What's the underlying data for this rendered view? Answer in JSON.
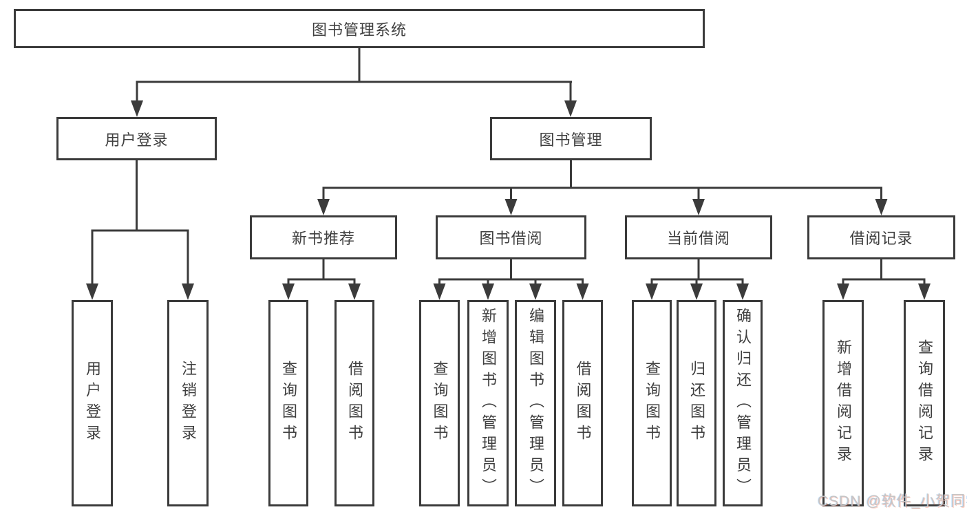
{
  "diagram": {
    "title": "图书管理系统",
    "level2": {
      "user_login": "用户登录",
      "book_management": "图书管理"
    },
    "level3": {
      "new_book_recommend": "新书推荐",
      "book_borrow": "图书借阅",
      "current_borrow": "当前借阅",
      "borrow_records": "借阅记录"
    },
    "leaves": {
      "user_login": [
        "用户登录",
        "注销登录"
      ],
      "new_book_recommend": [
        "查询图书",
        "借阅图书"
      ],
      "book_borrow": [
        "查询图书",
        "新增图书（管理员）",
        "编辑图书（管理员）",
        "借阅图书"
      ],
      "current_borrow": [
        "查询图书",
        "归还图书",
        "确认归还（管理员）"
      ],
      "borrow_records": [
        "新增借阅记录",
        "查询借阅记录"
      ]
    },
    "colors": {
      "line": "#3b3b3b",
      "text": "#3f3f3f",
      "background": "#ffffff",
      "watermark": "#c6c6c6"
    }
  },
  "watermark": "CSDN @软件_小贺同学"
}
